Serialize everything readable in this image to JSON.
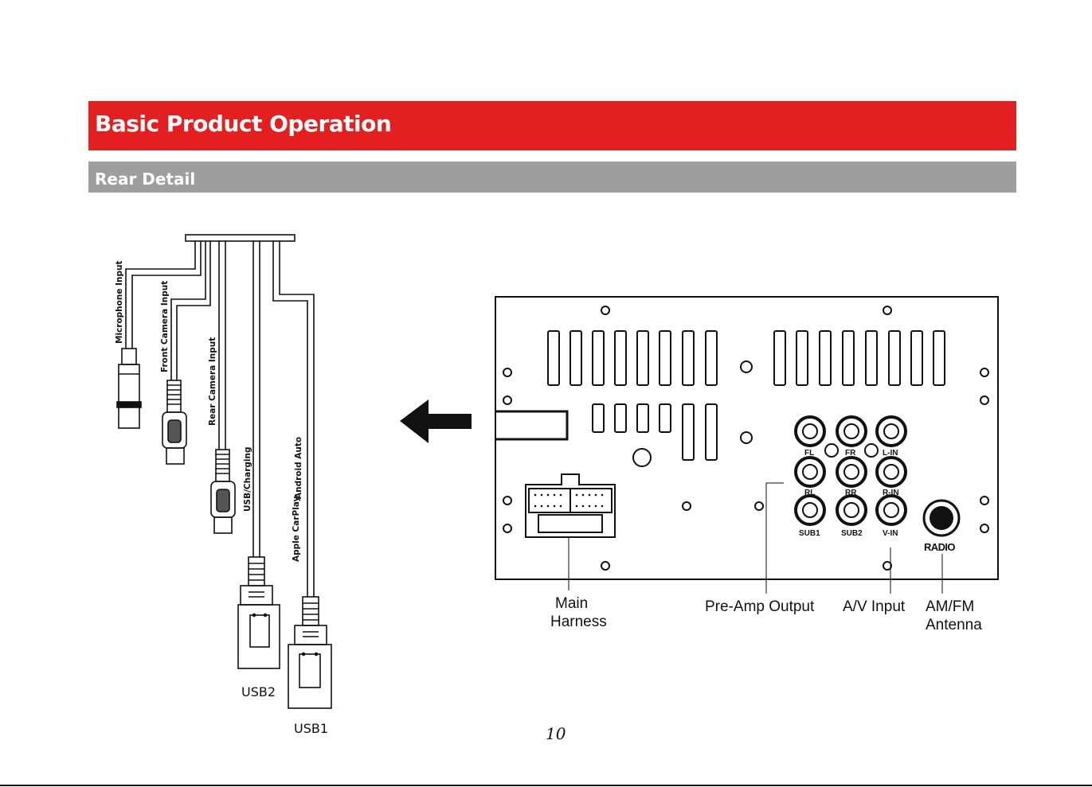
{
  "header": {
    "title": "Basic Product Operation",
    "section": "Rear Detail"
  },
  "cable_labels": {
    "microphone": "Microphone  Input",
    "front_camera": "Front Camera  Input",
    "rear_camera": "Rear Camera  Input",
    "usb_charging": "USB/Charging",
    "android_auto": "Android Auto",
    "apple_carplay": "Apple CarPlay",
    "usb2": "USB2",
    "usb1": "USB1"
  },
  "panel_labels": {
    "fl": "FL",
    "fr": "FR",
    "l_in": "L-IN",
    "rl": "RL",
    "rr": "RR",
    "r_in": "R-IN",
    "sub1": "SUB1",
    "sub2": "SUB2",
    "v_in": "V-IN",
    "radio": "RADIO"
  },
  "callouts": {
    "main_harness_1": "Main",
    "main_harness_2": "Harness",
    "preamp": "Pre-Amp Output",
    "av_input": "A/V Input",
    "amfm_1": "AM/FM",
    "amfm_2": "Antenna"
  },
  "page_number": "10",
  "colors": {
    "accent_red": "#e31f1f",
    "section_gray": "#9e9e9e"
  }
}
